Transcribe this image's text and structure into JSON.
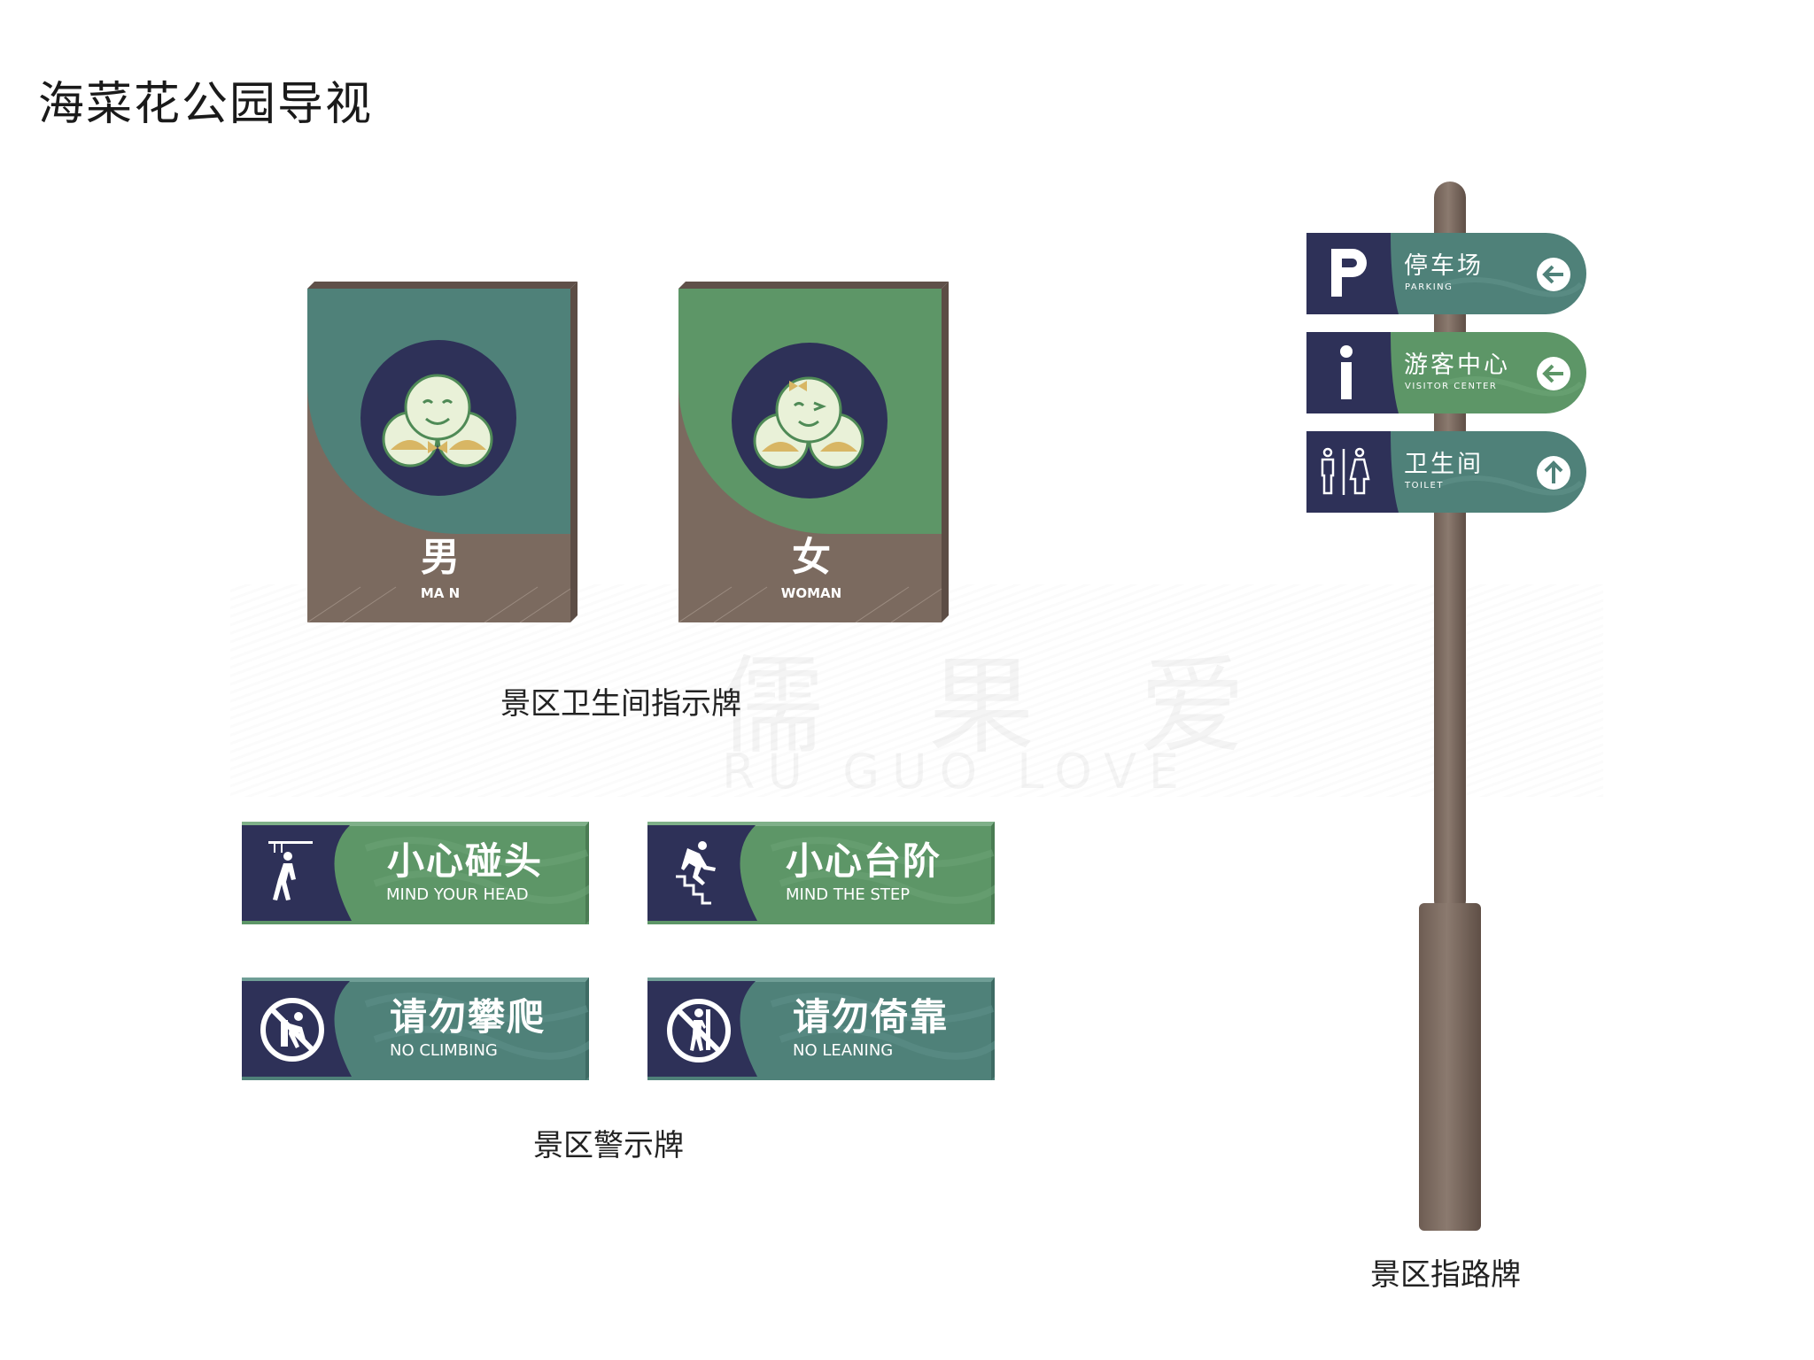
{
  "title": "海菜花公园导视",
  "watermark": {
    "cn": "儒 果 爱",
    "en": "RU GUO LOVE"
  },
  "toilet_section": {
    "caption": "景区卫生间指示牌",
    "signs": [
      {
        "cn": "男",
        "en": "MA N"
      },
      {
        "cn": "女",
        "en": "WOMAN"
      }
    ]
  },
  "warning_section": {
    "caption": "景区警示牌",
    "signs": [
      {
        "cn": "小心碰头",
        "en": "MIND  YOUR HEAD"
      },
      {
        "cn": "小心台阶",
        "en": "MIND  THE STEP"
      },
      {
        "cn": "请勿攀爬",
        "en": "NO CLIMBING"
      },
      {
        "cn": "请勿倚靠",
        "en": "NO LEANING"
      }
    ]
  },
  "direction_section": {
    "caption": "景区指路牌",
    "items": [
      {
        "cn": "停车场",
        "en": "PARKING",
        "icon": "parking-icon",
        "arrow": "arrow-left-icon"
      },
      {
        "cn": "游客中心",
        "en": "VISITOR CENTER",
        "icon": "info-icon",
        "arrow": "arrow-left-icon"
      },
      {
        "cn": "卫生间",
        "en": "TOILET",
        "icon": "restroom-icon",
        "arrow": "arrow-up-icon"
      }
    ]
  },
  "colors": {
    "teal": "#4f8179",
    "green": "#5d9667",
    "navy": "#2e3158",
    "brown": "#7b6a5f",
    "cream": "#e9f1d8",
    "gold": "#d8b664"
  }
}
